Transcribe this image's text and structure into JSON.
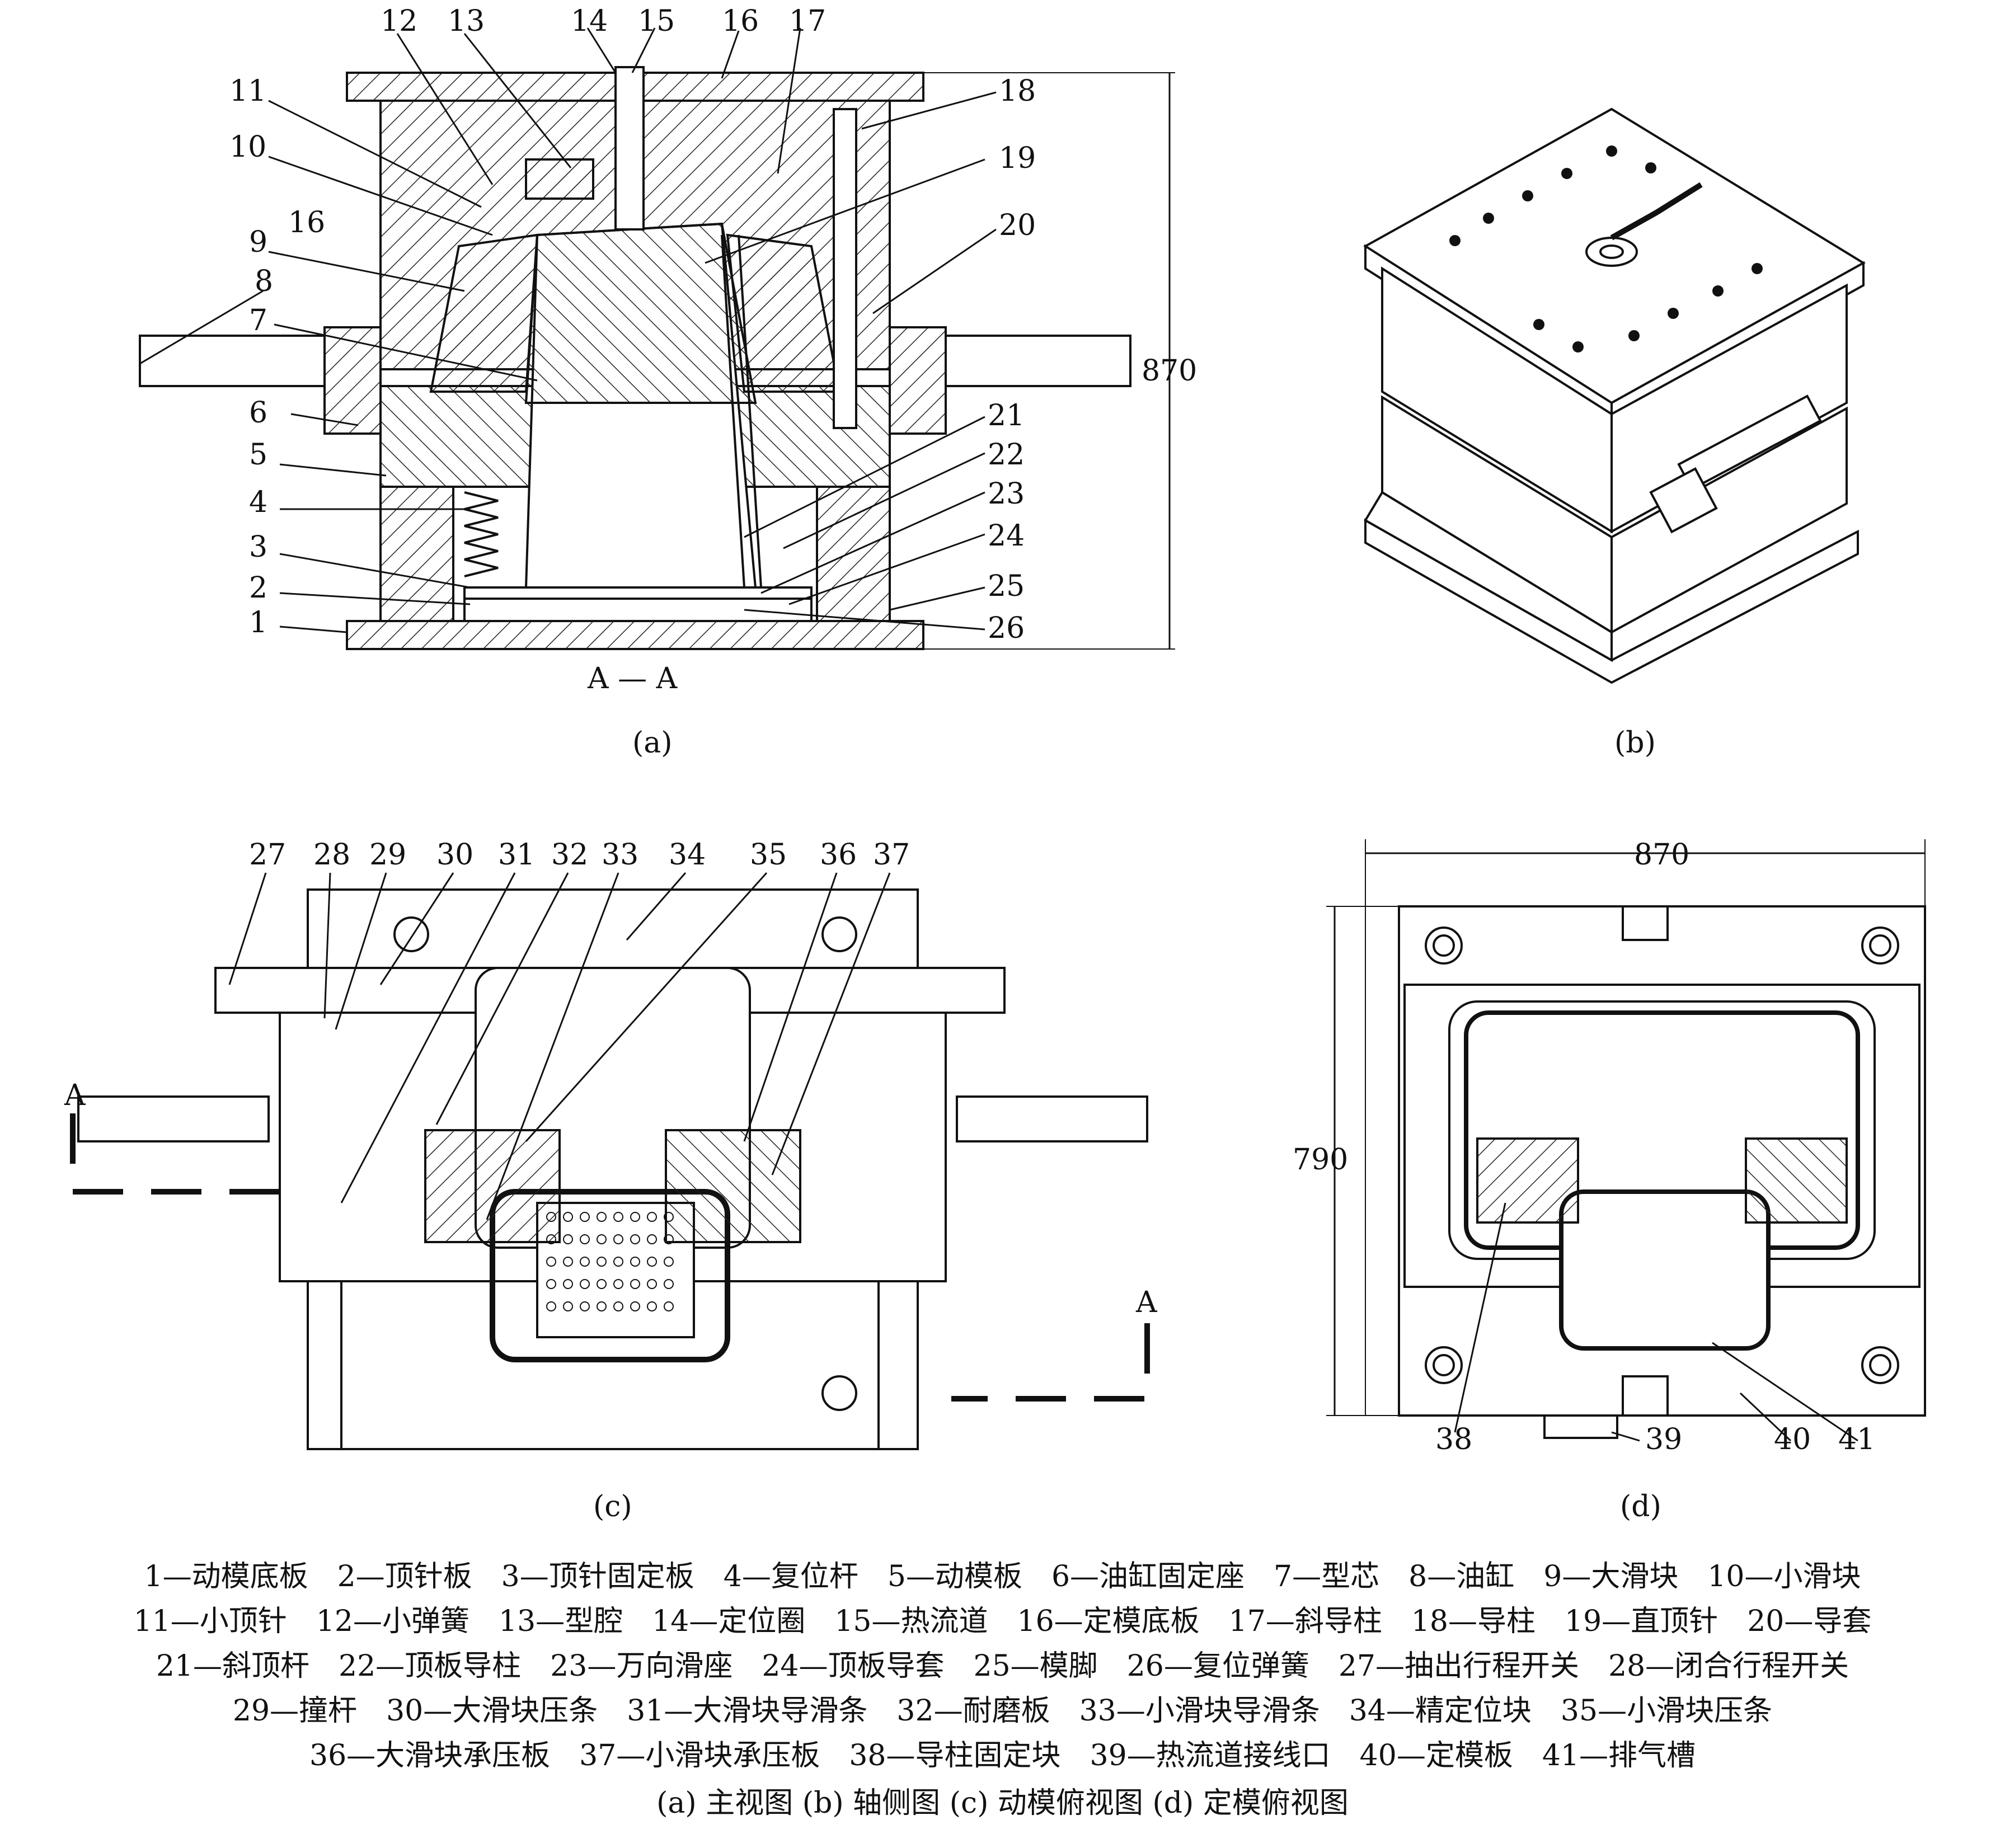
{
  "captions": {
    "a": "(a)",
    "b": "(b)",
    "c": "(c)",
    "d": "(d)"
  },
  "section_label": "A — A",
  "section_marker": "A",
  "dimensions": {
    "a_height": "870",
    "d_width": "870",
    "d_height": "790"
  },
  "callouts_a_left": [
    "12",
    "13",
    "14",
    "15",
    "16",
    "17",
    "11",
    "10",
    "16",
    "9",
    "8",
    "7",
    "6",
    "5",
    "4",
    "3",
    "2",
    "1"
  ],
  "callouts_a_right": [
    "18",
    "19",
    "20",
    "870",
    "21",
    "22",
    "23",
    "24",
    "25",
    "26"
  ],
  "callouts_c": [
    "27",
    "28",
    "29",
    "30",
    "31",
    "32",
    "33",
    "34",
    "35",
    "36",
    "37"
  ],
  "callouts_d": [
    "38",
    "39",
    "40",
    "41"
  ],
  "legend_lines": [
    [
      "1—动模底板",
      "2—顶针板",
      "3—顶针固定板",
      "4—复位杆",
      "5—动模板",
      "6—油缸固定座",
      "7—型芯",
      "8—油缸",
      "9—大滑块",
      "10—小滑块"
    ],
    [
      "11—小顶针",
      "12—小弹簧",
      "13—型腔",
      "14—定位圈",
      "15—热流道",
      "16—定模底板",
      "17—斜导柱",
      "18—导柱",
      "19—直顶针",
      "20—导套"
    ],
    [
      "21—斜顶杆",
      "22—顶板导柱",
      "23—万向滑座",
      "24—顶板导套",
      "25—模脚",
      "26—复位弹簧",
      "27—抽出行程开关",
      "28—闭合行程开关"
    ],
    [
      "29—撞杆",
      "30—大滑块压条",
      "31—大滑块导滑条",
      "32—耐磨板",
      "33—小滑块导滑条",
      "34—精定位块",
      "35—小滑块压条"
    ],
    [
      "36—大滑块承压板",
      "37—小滑块承压板",
      "38—导柱固定块",
      "39—热流道接线口",
      "40—定模板",
      "41—排气槽"
    ]
  ],
  "view_titles": "(a) 主视图   (b) 轴侧图   (c) 动模俯视图   (d) 定模俯视图"
}
